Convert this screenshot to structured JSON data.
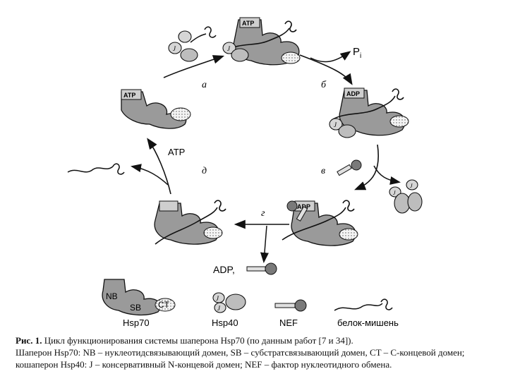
{
  "steps": {
    "a": "а",
    "b": "б",
    "v": "в",
    "g": "г",
    "d": "д"
  },
  "labels": {
    "atp": "ATP",
    "adp": "ADP",
    "pi": "P",
    "pi_sub": "i",
    "atp_arrow": "ATP",
    "adp_release": "ADP,",
    "j": "J"
  },
  "legend": {
    "nb": "NB",
    "sb": "SB",
    "ct": "CT",
    "hsp70": "Hsp70",
    "hsp40": "Hsp40",
    "nef": "NEF",
    "substrate": "белок-мишень"
  },
  "caption": {
    "prefix": "Рис. 1.",
    "line1": "Цикл функционирования системы шаперона Hsp70 (по данным работ [7 и 34]).",
    "line2": "Шаперон Hsp70: NB – нуклеотидсвязывающий домен, SB – субстратсвязывающий домен, CT – C-концевой домен; кошаперон Hsp40: J – консервативный N-концевой домен; NEF – фактор нуклеотидного обмена."
  }
}
